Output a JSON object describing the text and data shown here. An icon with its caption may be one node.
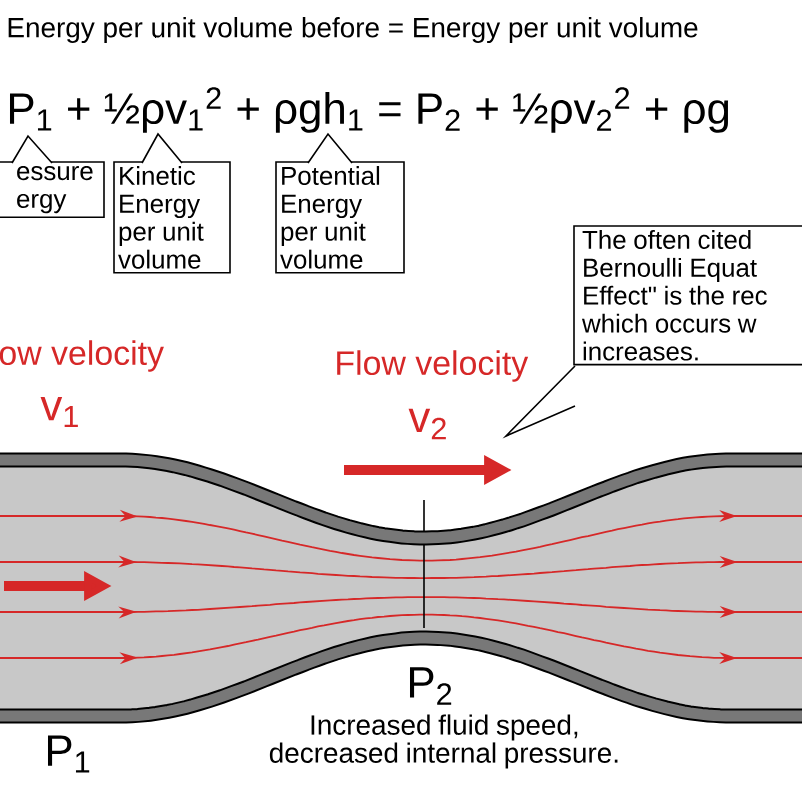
{
  "diagram": {
    "title": "Energy per unit volume before = Energy per unit volume",
    "nodes": [
      {
        "text": [
          "essure ergy"
        ]
      },
      {
        "text": [
          "Kinetic Energy per unit volume"
        ]
      },
      {
        "text": [
          "Potential Energy per unit volume"
        ]
      },
      {
        "text": [
          "The often cited Bernoulli Equat Effect\" is the rec which occurs w increases."
        ]
      }
    ],
    "labels": [
      "P$_{1}$ + ½ρv$_{1}$$^{2}$ + ρgh$_{1}$ = P$_{2}$ + ½ρv$_{2}$$^{2}$ + ρg",
      "ow velocity",
      "v$_{1}$",
      "Flow velocity",
      "v$_{2}$",
      "P$_{2}$",
      "P$_{1}$",
      "Increased fluid speed, decreased internal pressure."
    ]
  }
}
